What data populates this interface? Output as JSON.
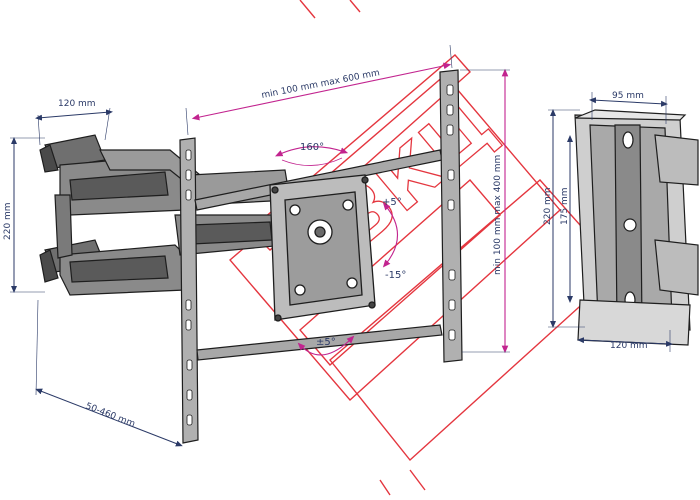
{
  "colors": {
    "dimension_black": "#2b3a67",
    "dimension_magenta": "#c2248f",
    "outline": "#1e1e1e",
    "arm_fill": "#8a8a8a",
    "plate_fill": "#bcbcbc",
    "watermark": "#e0141e"
  },
  "dimensions": {
    "arm_width": "120 mm",
    "arm_height": "220 mm",
    "extension": "50-460 mm",
    "horizontal_vesa": "min 100 mm max 600 mm",
    "vertical_vesa": "min 100 mm max 400 mm",
    "wallplate_top_width": "95 mm",
    "wallplate_bottom_width": "120 mm",
    "wallplate_height_outer": "220 mm",
    "wallplate_height_inner": "175 mm"
  },
  "angles": {
    "swivel": "160°",
    "tilt_up": "+5°",
    "tilt_down": "-15°",
    "rotation": "±5°"
  },
  "watermark": {
    "text": "ВКЦ",
    "icon": "stamp-watermark-icon"
  }
}
